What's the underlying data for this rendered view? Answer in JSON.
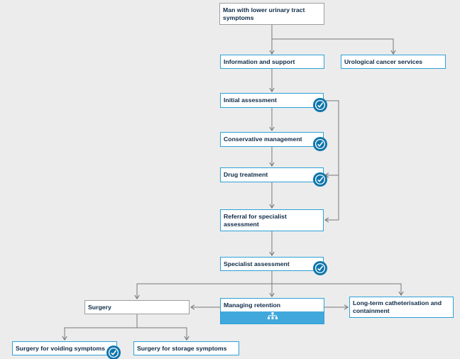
{
  "colors": {
    "canvas_background": "#ececec",
    "accent_border_blue": "#2ba1d8",
    "neutral_border_gray": "#9c9ea0",
    "text_navy": "#0e2a47",
    "connector_gray": "#76787a",
    "completed_badge_blue": "#0e75ac",
    "subpathway_fill_blue": "#41a8dc"
  },
  "nodes": {
    "root": {
      "label": "Man with lower urinary tract symptoms"
    },
    "info": {
      "label": "Information and support"
    },
    "cancer": {
      "label": "Urological cancer services"
    },
    "initial": {
      "label": "Initial assessment",
      "icon": "completed-check-icon"
    },
    "conservative": {
      "label": "Conservative management",
      "icon": "completed-check-icon"
    },
    "drug": {
      "label": "Drug treatment",
      "icon": "completed-check-icon"
    },
    "referral": {
      "label": "Referral for specialist assessment"
    },
    "specialist": {
      "label": "Specialist assessment",
      "icon": "completed-check-icon"
    },
    "surgery": {
      "label": "Surgery"
    },
    "retention": {
      "label": "Managing retention",
      "icon": "sitemap-icon"
    },
    "catheter": {
      "label": "Long-term catheterisation and containment"
    },
    "voiding": {
      "label": "Surgery for voiding symptoms",
      "icon": "completed-check-icon"
    },
    "storage": {
      "label": "Surgery for storage symptoms"
    }
  }
}
